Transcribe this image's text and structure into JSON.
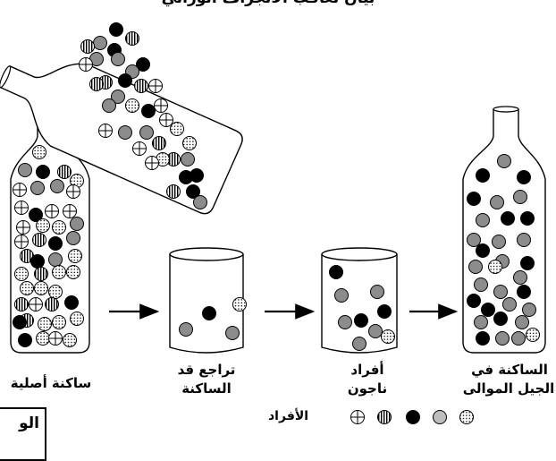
{
  "title_fragment": "بيان تعاقب الانجراف الوراثي",
  "labels": {
    "original": "ساكنة أصلية",
    "decline_1": "تراجع قد",
    "decline_2": "الساكنة",
    "survivors_1": "أفراد",
    "survivors_2": "ناجون",
    "next_gen_1": "الساكنة في",
    "next_gen_2": "الجيل الموالى",
    "legend": "الأفراد",
    "boxed": "الو"
  },
  "colors": {
    "black": "#000000",
    "gray": "#8c8c8c",
    "light_gray": "#bdbdbd",
    "outline": "#000000"
  },
  "legend_items": [
    "cross",
    "striped",
    "black",
    "gray",
    "dotted"
  ]
}
